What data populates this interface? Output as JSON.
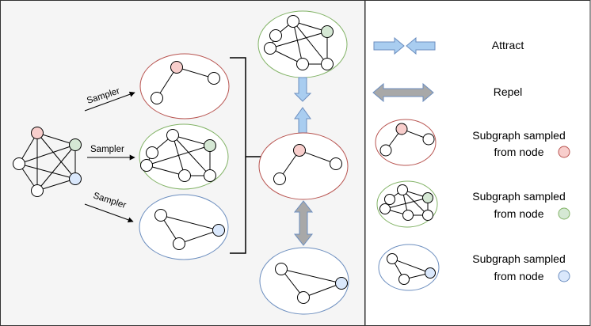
{
  "sampler_labels": [
    "Sampler",
    "Sampler",
    "Sampler"
  ],
  "legend": {
    "attract": "Attract",
    "repel": "Repel",
    "items": [
      {
        "line1": "Subgraph sampled",
        "line2": "from node"
      },
      {
        "line1": "Subgraph sampled",
        "line2": "from node"
      },
      {
        "line1": "Subgraph sampled",
        "line2": "from node"
      }
    ]
  },
  "colors": {
    "red_node": "#f8cecc",
    "red_stroke": "#b85450",
    "green_node": "#d5e8d4",
    "green_stroke": "#82b366",
    "blue_node": "#dae8fc",
    "blue_stroke": "#6c8ebf",
    "attract_fill": "#a9cdf0",
    "attract_stroke": "#6c8ebf",
    "repel_fill": "#a8a8a8",
    "repel_stroke": "#6c8ebf",
    "panel_bg": "#f5f5f5"
  }
}
